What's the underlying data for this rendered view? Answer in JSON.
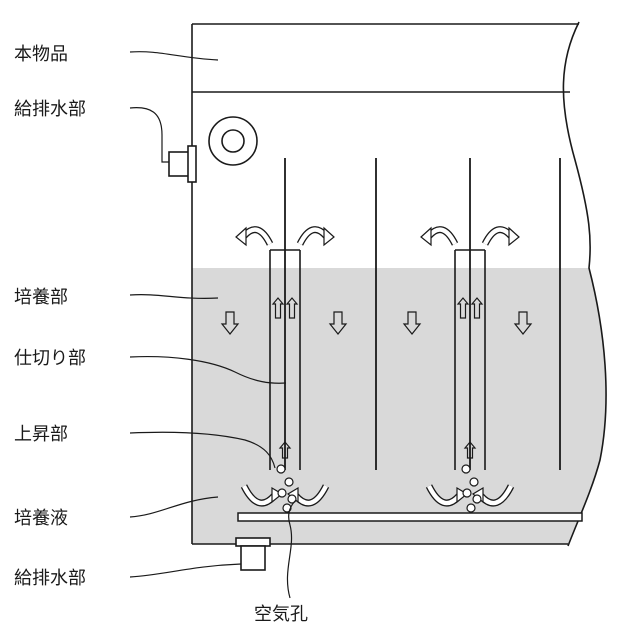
{
  "labels": {
    "product": "本物品",
    "supply_drain_top": "給排水部",
    "culture_section": "培養部",
    "partition": "仕切り部",
    "riser": "上昇部",
    "culture_liquid": "培養液",
    "supply_drain_bottom": "給排水部",
    "air_hole": "空気孔"
  },
  "colors": {
    "liquid": "#d9d9d9",
    "line": "#1a1a1a",
    "background": "#ffffff"
  },
  "icons": {
    "flow_down": "down-arrow-icon",
    "flow_up": "up-arrow-icon",
    "circulation": "curved-arrow-icon",
    "bubble": "bubble-icon"
  }
}
